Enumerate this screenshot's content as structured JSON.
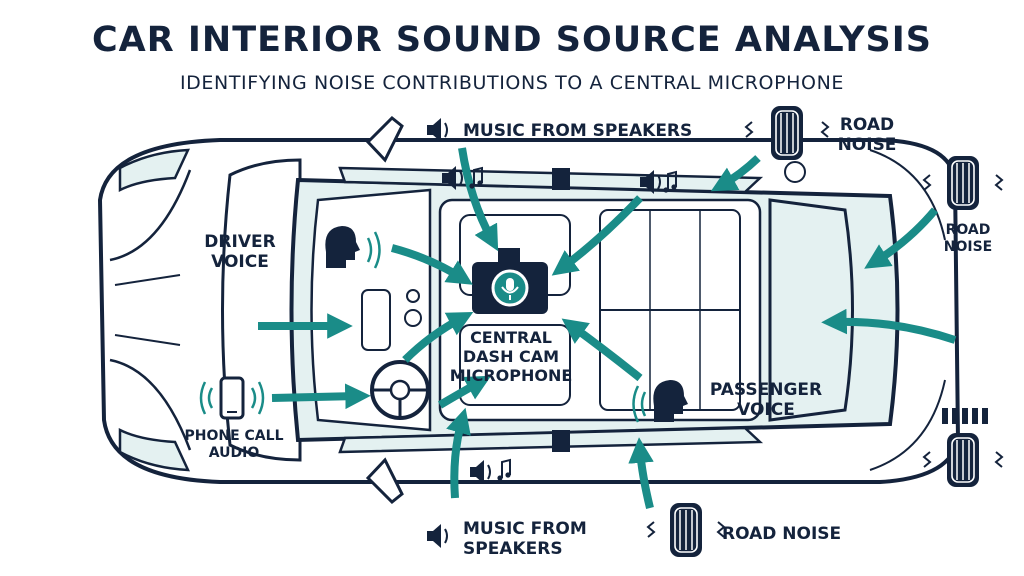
{
  "header": {
    "title": "CAR INTERIOR SOUND SOURCE ANALYSIS",
    "subtitle": "IDENTIFYING NOISE CONTRIBUTIONS TO A CENTRAL MICROPHONE"
  },
  "labels": {
    "music_top": "MUSIC FROM SPEAKERS",
    "music_bottom": [
      "MUSIC FROM",
      "SPEAKERS"
    ],
    "road_top_right": [
      "ROAD",
      "NOISE"
    ],
    "road_right": [
      "ROAD",
      "NOISE"
    ],
    "road_bottom": "ROAD NOISE",
    "driver_voice": [
      "DRIVER",
      "VOICE"
    ],
    "passenger_voice": [
      "PASSENGER",
      "VOICE"
    ],
    "phone_call": [
      "PHONE CALL",
      "AUDIO"
    ],
    "microphone": [
      "CENTRAL",
      "DASH CAM",
      "MICROPHONE"
    ]
  },
  "colors": {
    "navy": "#14233c",
    "teal": "#1a8c88",
    "cabin": "#e4f1f1"
  },
  "icons": [
    "speaker-icon",
    "tire-icon",
    "head-icon",
    "phone-icon",
    "camera-microphone-icon",
    "music-note-icon"
  ]
}
